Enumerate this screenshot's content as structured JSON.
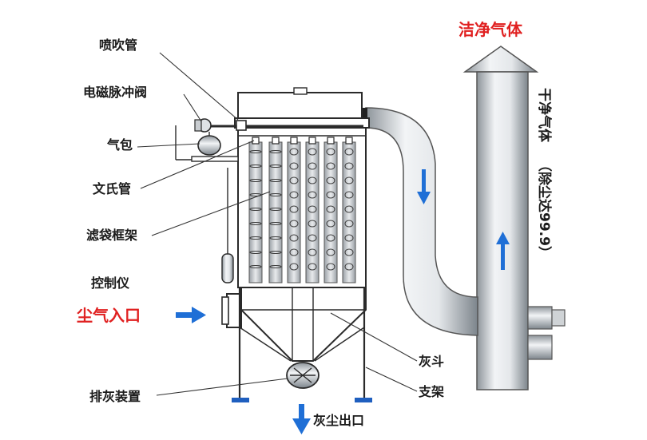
{
  "labels": {
    "spray_pipe": "喷吹管",
    "solenoid_valve": "电磁脉冲阀",
    "air_bag": "气包",
    "venturi": "文氏管",
    "bag_frame": "滤袋框架",
    "controller": "控制仪",
    "dust_inlet": "尘气入口",
    "ash_hopper": "灰斗",
    "support": "支架",
    "discharge_device": "排灰装置",
    "dust_outlet": "灰尘出口",
    "clean_gas_top": "洁净气体",
    "clean_gas_side_1": "干净气体",
    "clean_gas_side_2": "（除尘达99.9）"
  },
  "colors": {
    "red_text": "#e02020",
    "arrow_blue": "#1f6fd6",
    "steel_light": "#e4e7ea",
    "steel_dark": "#8d949a"
  }
}
